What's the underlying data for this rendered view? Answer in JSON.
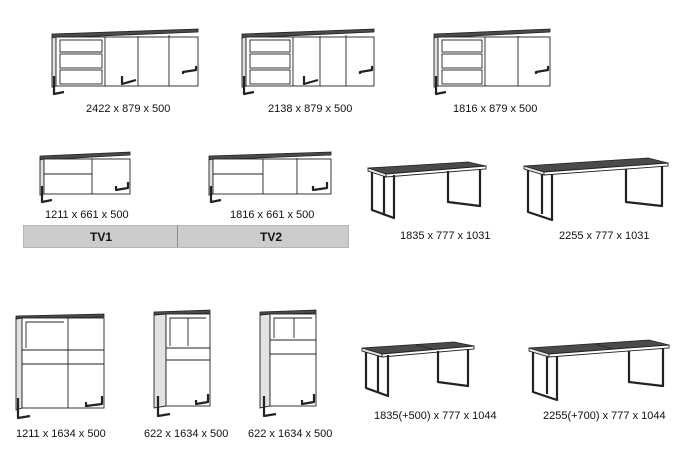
{
  "items": [
    {
      "id": "sideboard-2422",
      "label": "2422 x 879 x 500"
    },
    {
      "id": "sideboard-2138",
      "label": "2138 x 879 x 500"
    },
    {
      "id": "sideboard-1816",
      "label": "1816 x 879 x 500"
    },
    {
      "id": "tv1-unit",
      "label": "1211 x 661 x 500"
    },
    {
      "id": "tv2-unit",
      "label": "1816 x 661 x 500"
    },
    {
      "id": "table-1835",
      "label": "1835 x 777 x 1031"
    },
    {
      "id": "table-2255",
      "label": "2255 x 777 x 1031"
    },
    {
      "id": "highboard-1211",
      "label": "1211 x 1634 x 500"
    },
    {
      "id": "tall-cabinet-a",
      "label": "622 x 1634 x 500"
    },
    {
      "id": "tall-cabinet-b",
      "label": "622 x 1634 x 500"
    },
    {
      "id": "ext-table-1835",
      "label": "1835(+500) x 777 x 1044"
    },
    {
      "id": "ext-table-2255",
      "label": "2255(+700) x 777 x 1044"
    }
  ],
  "tv_bar": {
    "tv1": "TV1",
    "tv2": "TV2"
  }
}
